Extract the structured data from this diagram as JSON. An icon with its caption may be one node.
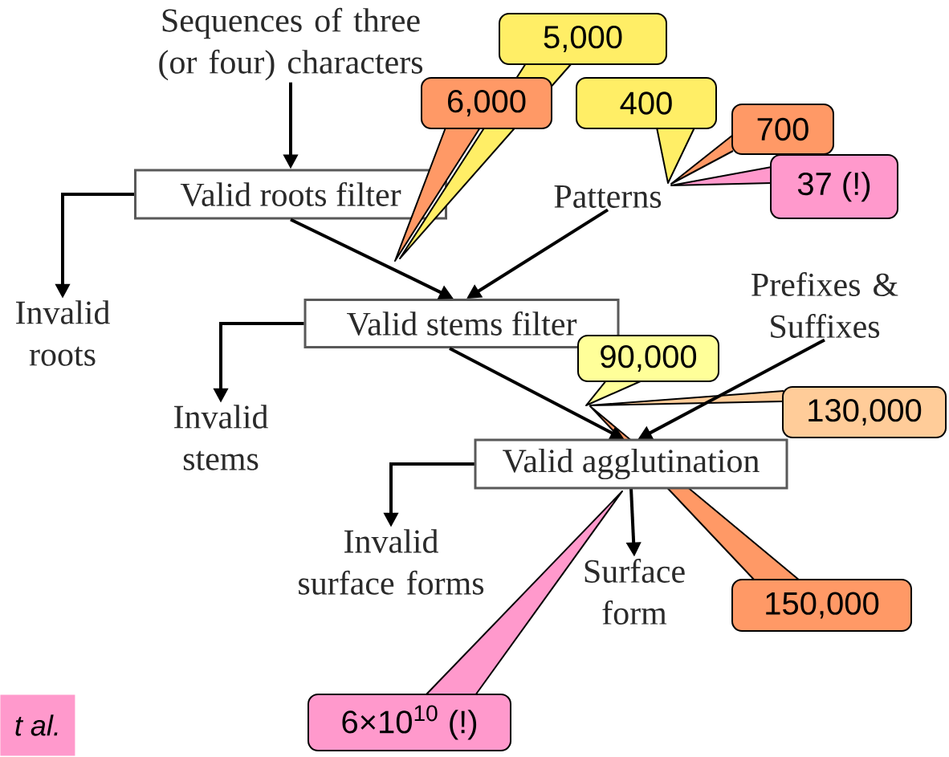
{
  "diagram": {
    "nodes": [
      {
        "text": [
          "Sequences of three (or four) characters"
        ]
      },
      {
        "text": [
          "Valid roots filter"
        ]
      },
      {
        "text": [
          "Invalid roots"
        ]
      },
      {
        "text": [
          "Patterns"
        ]
      },
      {
        "text": [
          "Valid stems filter"
        ]
      },
      {
        "text": [
          "Invalid stems"
        ]
      },
      {
        "text": [
          "Prefixes & Suffixes"
        ]
      },
      {
        "text": [
          "Valid agglutination"
        ]
      },
      {
        "text": [
          "Invalid surface forms"
        ]
      },
      {
        "text": [
          "Surface form"
        ]
      },
      {
        "text": [
          "5,000"
        ]
      },
      {
        "text": [
          "6,000"
        ]
      },
      {
        "text": [
          "400"
        ]
      },
      {
        "text": [
          "700"
        ]
      },
      {
        "text": [
          "37 (!)"
        ]
      },
      {
        "text": [
          "90,000"
        ]
      },
      {
        "text": [
          "130,000"
        ]
      },
      {
        "text": [
          "150,000"
        ]
      },
      {
        "text": [
          "6×10$^{10}$ (!)"
        ]
      }
    ],
    "edges": [
      {
        "from": 0,
        "to": 1,
        "arrow": "to"
      },
      {
        "from": 1,
        "to": 2,
        "arrow": "to"
      },
      {
        "from": 1,
        "to": 4,
        "arrow": "to"
      },
      {
        "from": 3,
        "to": 4,
        "arrow": "to"
      },
      {
        "from": 4,
        "to": 5,
        "arrow": "to"
      },
      {
        "from": 4,
        "to": 7,
        "arrow": "to"
      },
      {
        "from": 6,
        "to": 7,
        "arrow": "to"
      },
      {
        "from": 7,
        "to": 8,
        "arrow": "to"
      },
      {
        "from": 7,
        "to": 9,
        "arrow": "to"
      }
    ],
    "labels": [
      "t al."
    ]
  }
}
